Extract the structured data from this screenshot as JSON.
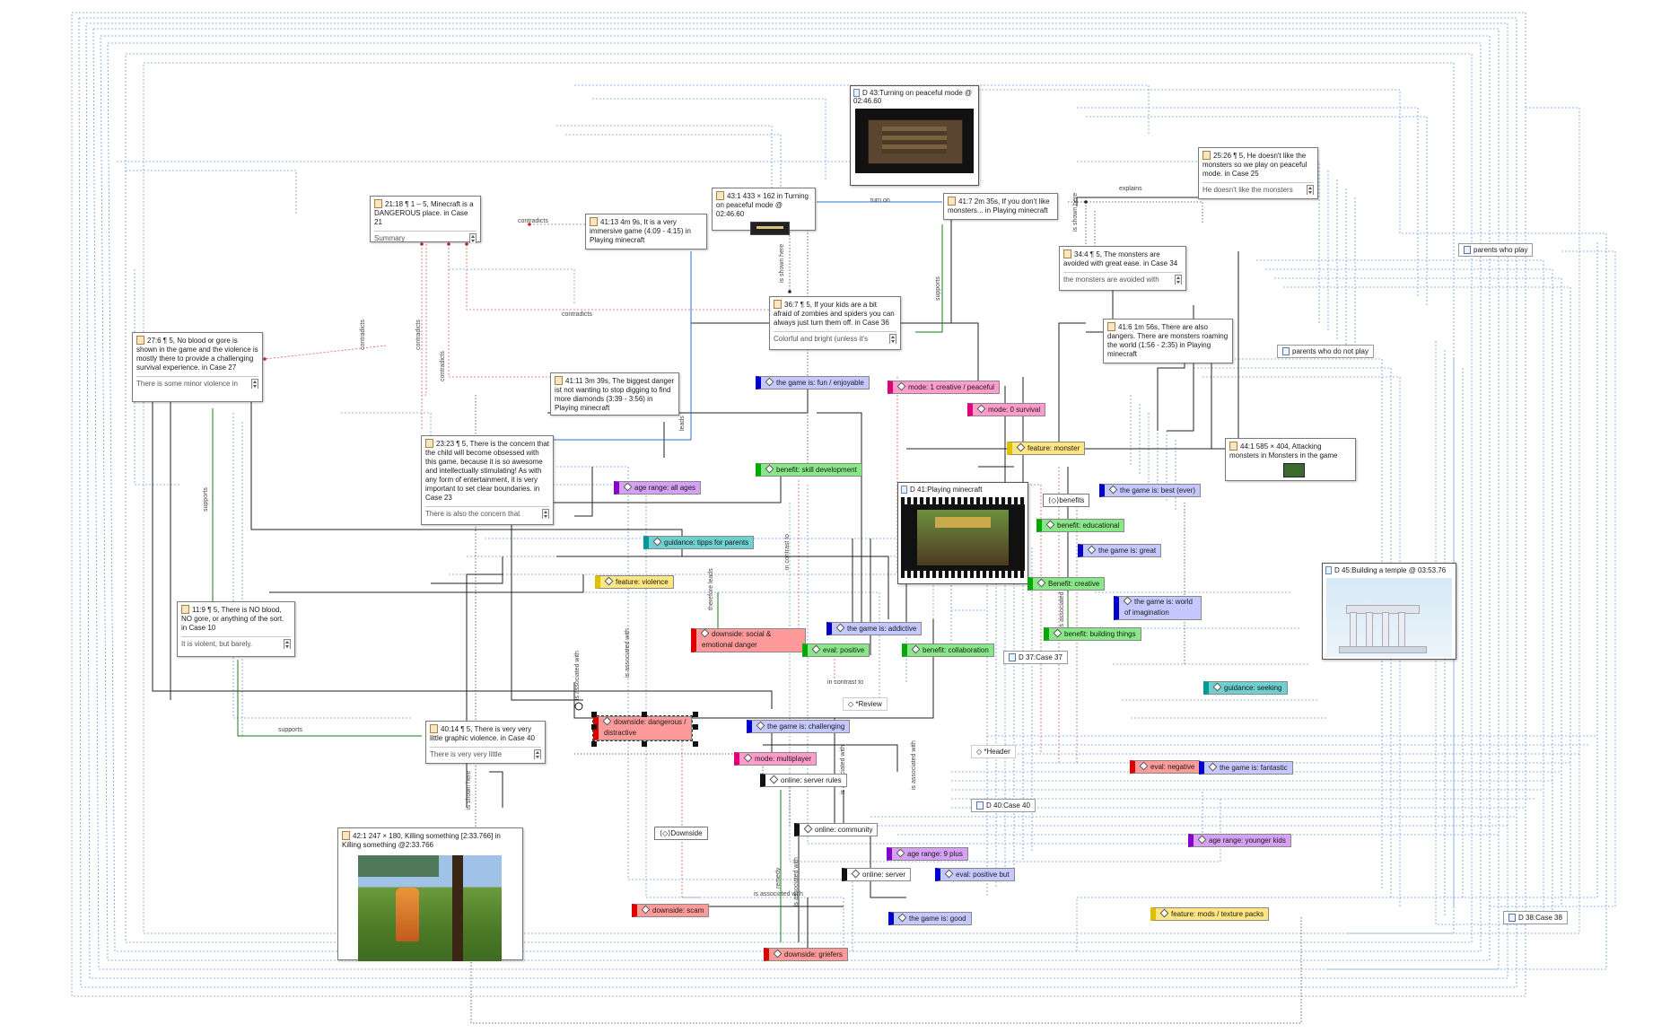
{
  "quotes": [
    {
      "id": "q2118",
      "text": "21:18 ¶ 1 – 5, Minecraft is a DANGEROUS place. in Case 21",
      "foot": "Summary"
    },
    {
      "id": "q4113",
      "text": "41:13 4m 9s, It is a very immersive game (4:09 - 4:15) in Playing minecraft",
      "foot": ""
    },
    {
      "id": "q431",
      "text": "43:1 433 × 162 in Turning on peaceful mode @ 02:46.60",
      "foot": ""
    },
    {
      "id": "q417",
      "text": "41:7 2m 35s, If you don't like monsters... in Playing minecraft",
      "foot": ""
    },
    {
      "id": "q2526",
      "text": "25:26 ¶ 5, He doesn't like the monsters so we play on peaceful mode. in Case 25",
      "foot": "He doesn't like the monsters"
    },
    {
      "id": "q344",
      "text": "34:4 ¶ 5, The monsters are avoided with great ease. in Case 34",
      "foot": "the monsters are avoided with"
    },
    {
      "id": "q367",
      "text": "36:7 ¶ 5, If your kids are a bit afraid of zombies and spiders you can always just turn them off. in Case 36",
      "foot": "Colorful and bright (unless it's"
    },
    {
      "id": "q416",
      "text": "41:6 1m 56s, There are also dangers. There are monsters roaming the world (1:56 - 2:35) in Playing minecraft",
      "foot": ""
    },
    {
      "id": "q276",
      "text": "27:6 ¶ 5, No blood or gore is shown in the game and the violence is mostly there to provide a challenging survival experience. in Case 27",
      "foot": "There is some minor violence in"
    },
    {
      "id": "q4111",
      "text": "41:11 3m 39s, The biggest danger ist not wanting to stop digging to find more diamonds (3:39 - 3:56) in Playing minecraft",
      "foot": ""
    },
    {
      "id": "q2323",
      "text": "23:23 ¶ 5, There is the concern that the child will become obsessed with this game, because it is so awesome and intellectually stimulating! As with any form of entertainment, it is very important to set clear boundaries. in Case 23",
      "foot": "There is also the concern that"
    },
    {
      "id": "q441",
      "text": "44:1 585 × 404, Attacking monsters in Monsters in the game",
      "foot": ""
    },
    {
      "id": "q119",
      "text": "11:9 ¶ 5, There is NO blood, NO gore, or anything of the sort. in Case 10",
      "foot": "It is violent, but barely."
    },
    {
      "id": "q4014",
      "text": "40:14 ¶ 5, There is very very little graphic violence. in Case 40",
      "foot": "There is very very little"
    },
    {
      "id": "q421",
      "text": "42:1 247 × 180, Killing something [2:33.766] in Killing something @2:33.766",
      "foot": ""
    }
  ],
  "documents": [
    {
      "id": "d43",
      "title": "D 43:Turning on peaceful mode @ 02:46.60"
    },
    {
      "id": "d41",
      "title": "D 41:Playing minecraft"
    },
    {
      "id": "d45",
      "title": "D 45:Building a temple @ 03:53.76"
    }
  ],
  "codes": [
    {
      "id": "c1",
      "label": "the game is: fun / enjoyable",
      "color": "#0000cc",
      "bg": "#c5c8ff"
    },
    {
      "id": "c2",
      "label": "mode: 1 creative / peaceful",
      "color": "#e0007a",
      "bg": "#ff9ccc"
    },
    {
      "id": "c3",
      "label": "mode: 0 survival",
      "color": "#e0007a",
      "bg": "#ff9ccc"
    },
    {
      "id": "c4",
      "label": "feature: monster",
      "color": "#e0c000",
      "bg": "#ffe680"
    },
    {
      "id": "c5",
      "label": "benefit: skill development",
      "color": "#00aa00",
      "bg": "#88e888"
    },
    {
      "id": "c6",
      "label": "age range: all ages",
      "color": "#8800cc",
      "bg": "#d6a0f4"
    },
    {
      "id": "c7",
      "label": "the game is: best (ever)",
      "color": "#0000cc",
      "bg": "#c5c8ff"
    },
    {
      "id": "c8",
      "label": "benefit: educational",
      "color": "#00aa00",
      "bg": "#88e888"
    },
    {
      "id": "c9",
      "label": "guidance: tipps for parents",
      "color": "#009999",
      "bg": "#6fd0d0"
    },
    {
      "id": "c10",
      "label": "the game is: great",
      "color": "#0000cc",
      "bg": "#c5c8ff"
    },
    {
      "id": "c11",
      "label": "feature: violence",
      "color": "#e0c000",
      "bg": "#ffe680"
    },
    {
      "id": "c12",
      "label": "Benefit: creative",
      "color": "#00aa00",
      "bg": "#88e888"
    },
    {
      "id": "c13",
      "label": "the game is: world of imagination",
      "color": "#0000cc",
      "bg": "#c5c8ff"
    },
    {
      "id": "c14",
      "label": "the game is: addictive",
      "color": "#0000cc",
      "bg": "#c5c8ff"
    },
    {
      "id": "c15",
      "label": "benefit: building things",
      "color": "#00aa00",
      "bg": "#88e888"
    },
    {
      "id": "c16",
      "label": "downside: social & emotional danger",
      "color": "#dd0000",
      "bg": "#ff9a9a"
    },
    {
      "id": "c17",
      "label": "eval: positive",
      "color": "#00aa00",
      "bg": "#88e888"
    },
    {
      "id": "c18",
      "label": "benefit: collaboration",
      "color": "#00aa00",
      "bg": "#88e888"
    },
    {
      "id": "c19",
      "label": "guidance: seeking",
      "color": "#009999",
      "bg": "#6fd0d0"
    },
    {
      "id": "c20",
      "label": "downside: dangerous / distractive",
      "color": "#dd0000",
      "bg": "#ff9a9a"
    },
    {
      "id": "c21",
      "label": "the game is: challenging",
      "color": "#0000cc",
      "bg": "#c5c8ff"
    },
    {
      "id": "c22",
      "label": "mode: multiplayer",
      "color": "#e0007a",
      "bg": "#ff9ccc"
    },
    {
      "id": "c23",
      "label": "online: server rules",
      "color": "#111111",
      "bg": "#ffffff"
    },
    {
      "id": "c24",
      "label": "eval: negative",
      "color": "#dd0000",
      "bg": "#ff9a9a"
    },
    {
      "id": "c25",
      "label": "the game is: fantastic",
      "color": "#0000cc",
      "bg": "#c5c8ff"
    },
    {
      "id": "c26",
      "label": "online: community",
      "color": "#111111",
      "bg": "#ffffff"
    },
    {
      "id": "c27",
      "label": "age range: 9 plus",
      "color": "#8800cc",
      "bg": "#d6a0f4"
    },
    {
      "id": "c28",
      "label": "age range: younger kids",
      "color": "#8800cc",
      "bg": "#d6a0f4"
    },
    {
      "id": "c29",
      "label": "online: server",
      "color": "#111111",
      "bg": "#ffffff"
    },
    {
      "id": "c30",
      "label": "eval: positive but",
      "color": "#0000cc",
      "bg": "#c5c8ff"
    },
    {
      "id": "c31",
      "label": "downside: scam",
      "color": "#dd0000",
      "bg": "#ff9a9a"
    },
    {
      "id": "c32",
      "label": "the game is: good",
      "color": "#0000cc",
      "bg": "#c5c8ff"
    },
    {
      "id": "c33",
      "label": "feature: mods / texture packs",
      "color": "#e0c000",
      "bg": "#ffe680"
    },
    {
      "id": "c34",
      "label": "downside: griefers",
      "color": "#dd0000",
      "bg": "#ff9a9a"
    }
  ],
  "memos": [
    {
      "id": "m1",
      "label": "benefits"
    },
    {
      "id": "m2",
      "label": "*Review"
    },
    {
      "id": "m3",
      "label": "*Header"
    },
    {
      "id": "m4",
      "label": "Downside"
    }
  ],
  "groups": [
    {
      "id": "g1",
      "label": "parents who play"
    },
    {
      "id": "g2",
      "label": "parents who do not play"
    },
    {
      "id": "g3",
      "label": "D 37:Case 37"
    },
    {
      "id": "g4",
      "label": "D 40:Case 40"
    },
    {
      "id": "g5",
      "label": "D 38:Case 38"
    }
  ],
  "relations": {
    "contradicts": "contradicts",
    "turn_on": "turn on",
    "explains": "explains",
    "is_shown_here": "is shown here",
    "supports": "supports",
    "is_associated_with": "is associated with",
    "in_contrast_to": "in contrast to",
    "therefore": "therefore leads",
    "remedy": "remedy",
    "leads": "leads"
  }
}
